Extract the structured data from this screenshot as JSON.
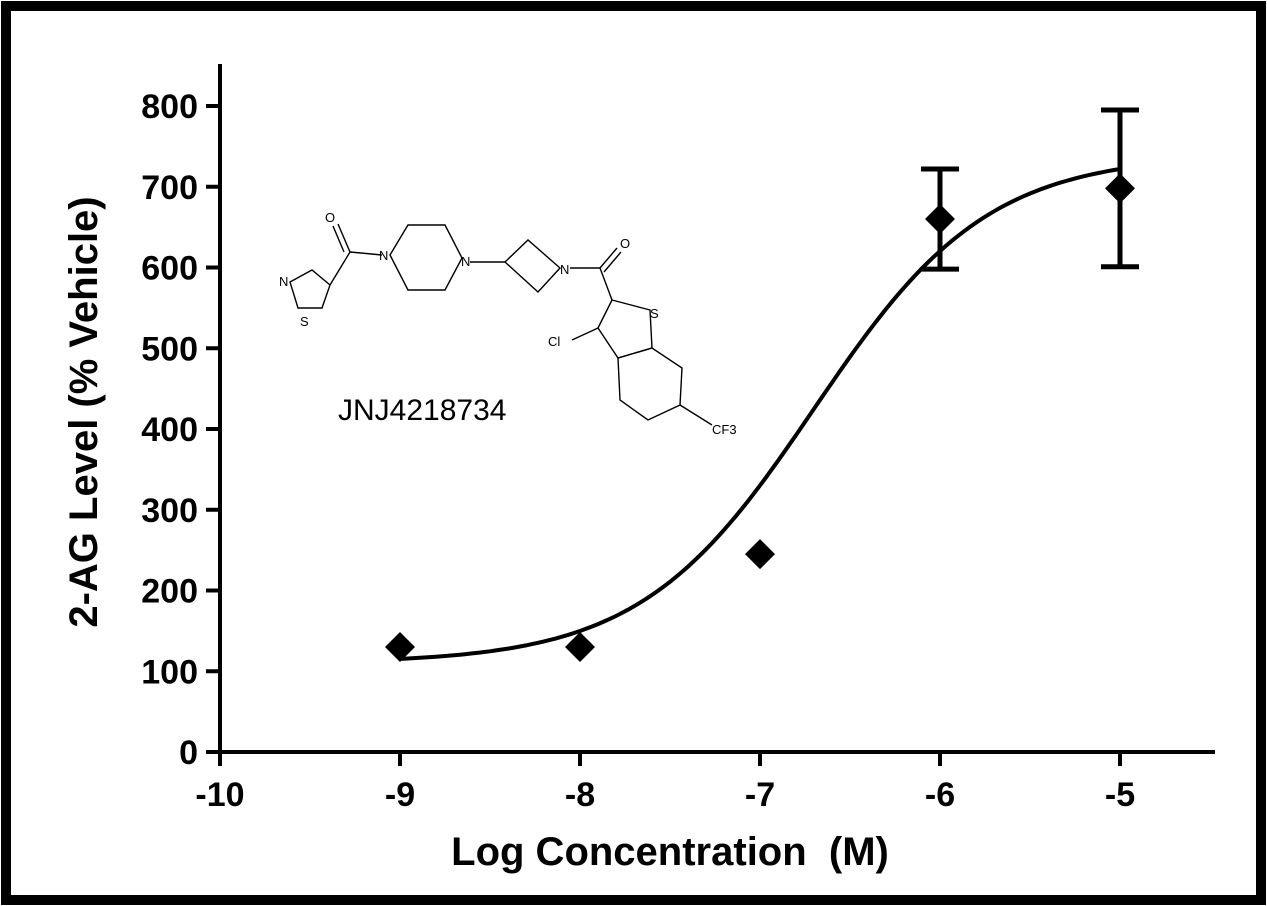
{
  "chart_data": {
    "type": "scatter",
    "xlabel": "Log Concentration  (M)",
    "ylabel": "2-AG Level (% Vehicle)",
    "xlim": [
      -10,
      -4.5
    ],
    "ylim": [
      0,
      850
    ],
    "x_ticks": [
      -10,
      -9,
      -8,
      -7,
      -6,
      -5
    ],
    "y_ticks": [
      0,
      100,
      200,
      300,
      400,
      500,
      600,
      700,
      800
    ],
    "points": [
      {
        "x": -9,
        "y": 130
      },
      {
        "x": -8,
        "y": 130
      },
      {
        "x": -7,
        "y": 245
      },
      {
        "x": -6,
        "y": 660,
        "err_low": 598,
        "err_high": 722
      },
      {
        "x": -5,
        "y": 698,
        "err_low": 601,
        "err_high": 795
      }
    ],
    "fit_curve": {
      "model": "sigmoidal dose-response",
      "bottom": 110,
      "top": 740,
      "logEC50": -6.7,
      "hill": 0.9,
      "x_range": [
        -9,
        -5
      ]
    },
    "grid": false,
    "legend": "none",
    "annotation": "JNJ4218734"
  },
  "structure_atoms": {
    "n_thiazole": "N",
    "s_thiazole": "S",
    "o_first": "O",
    "n_pip_left": "N",
    "n_pip_right": "N",
    "n_azetidine": "N",
    "o_second": "O",
    "s_benzothiophene": "S",
    "cl": "Cl",
    "cf3": "CF3"
  },
  "colors": {
    "marks": "#000000",
    "background": "#ffffff"
  }
}
